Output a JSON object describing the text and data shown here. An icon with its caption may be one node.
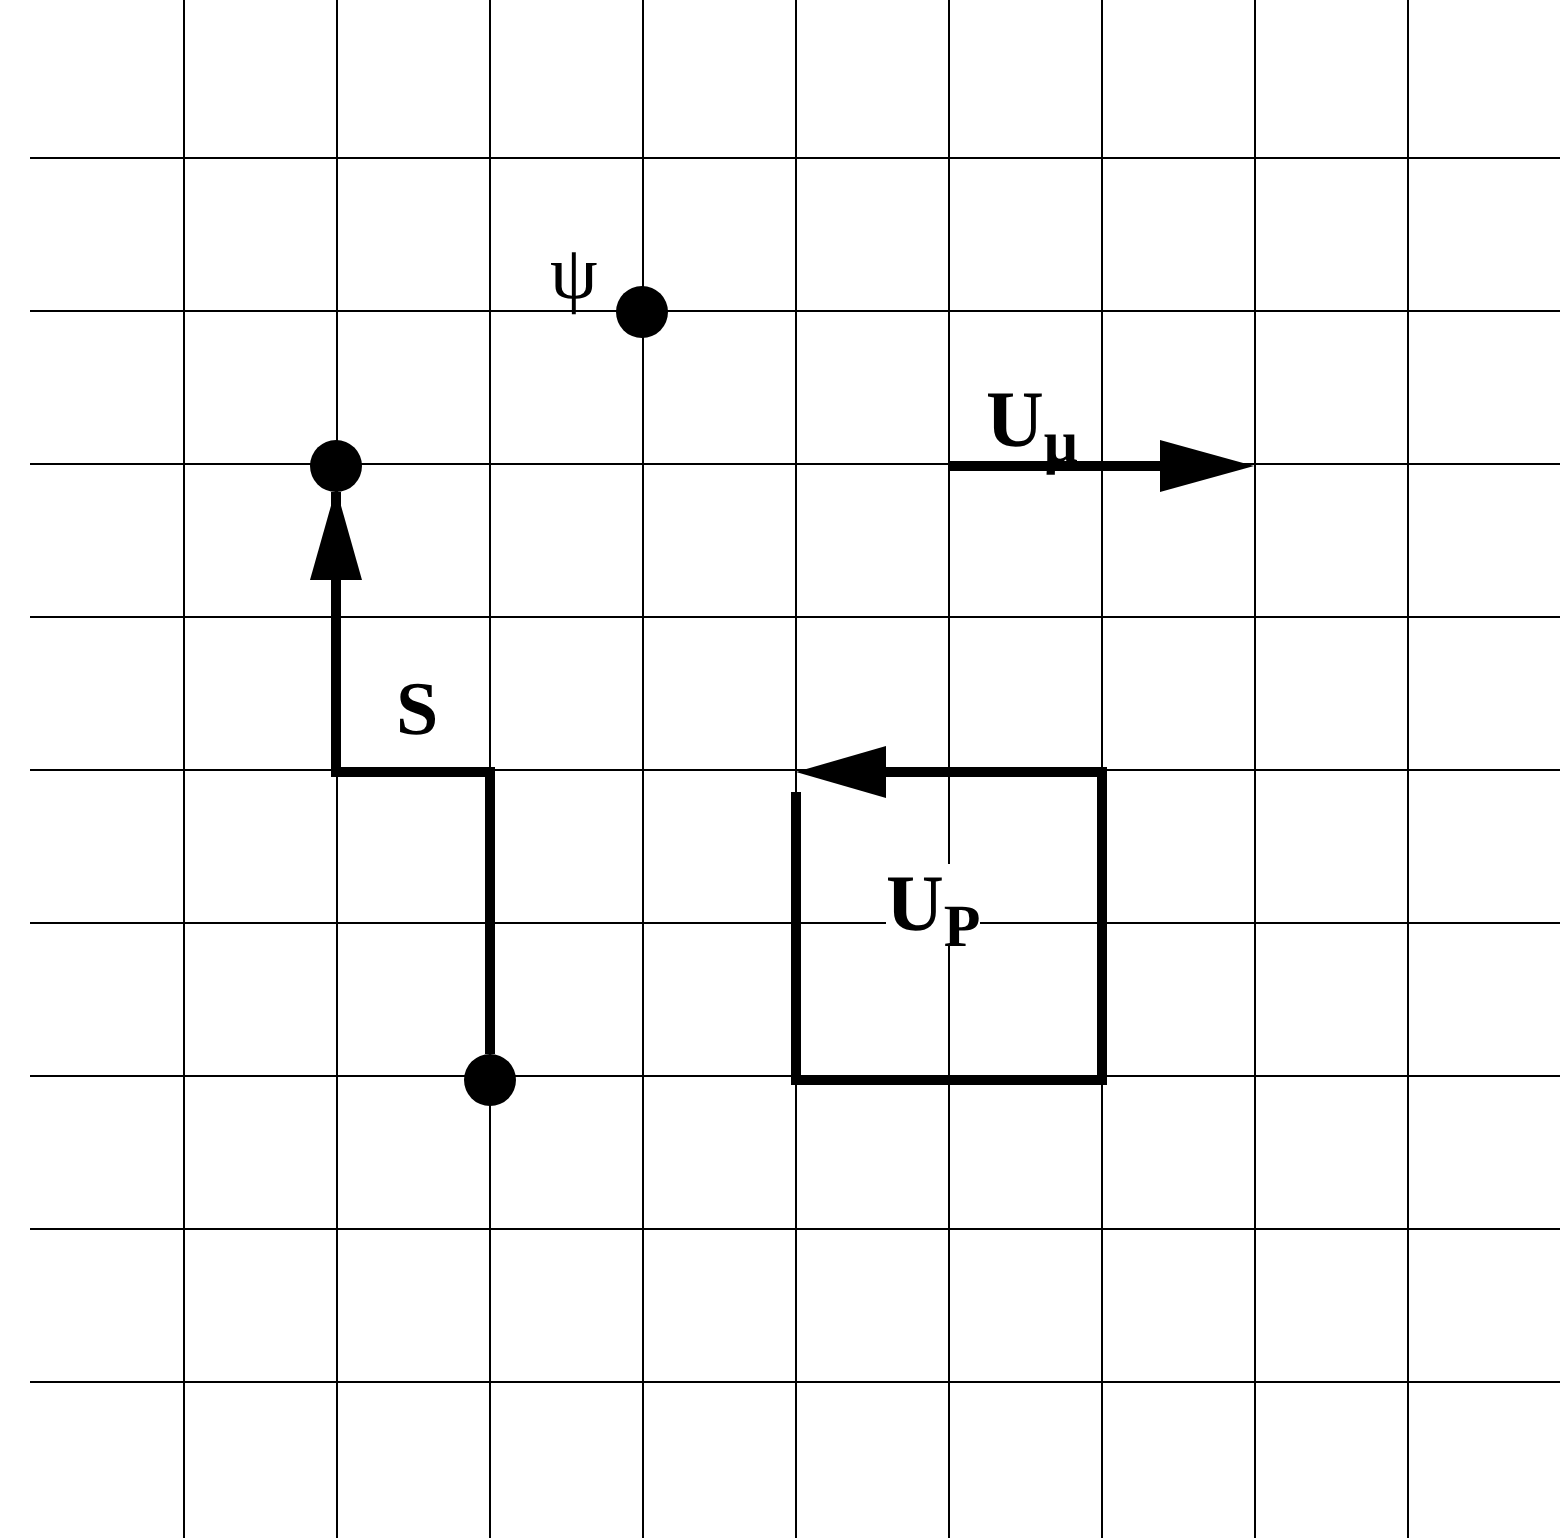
{
  "diagram": {
    "nodes": [
      {
        "text": [],
        "shape": "circle",
        "beside": [
          "ψ"
        ]
      },
      {
        "text": [],
        "shape": "circle"
      },
      {
        "text": [],
        "shape": "circle"
      }
    ],
    "edges": [
      {
        "from": 1,
        "to": 2,
        "arrow": "to",
        "label": "S"
      }
    ],
    "labels": [
      "U$_{μ}$",
      "U$_{P}$"
    ]
  }
}
